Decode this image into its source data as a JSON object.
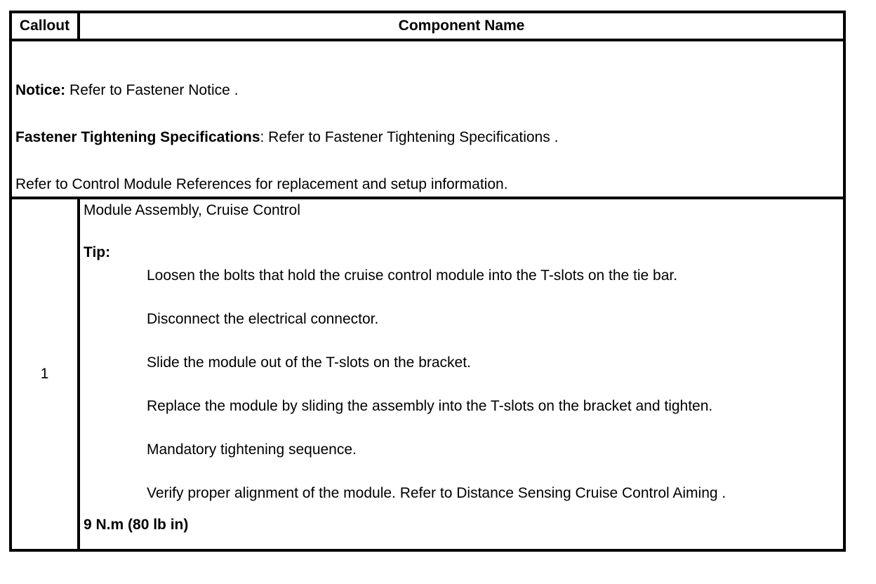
{
  "table": {
    "header": {
      "callout": "Callout",
      "component_name": "Component Name"
    },
    "notices": {
      "notice_label": "Notice:",
      "notice_text": " Refer to Fastener Notice .",
      "fastener_label": "Fastener Tightening Specifications",
      "fastener_text": ": Refer to Fastener Tightening Specifications .",
      "control_module_text": "Refer to Control Module References for replacement and setup information."
    },
    "row": {
      "callout": "1",
      "component_name": "Module Assembly, Cruise Control",
      "tip_label": "Tip:",
      "tip_steps": [
        "Loosen the bolts that hold the cruise control module into the T-slots on the tie bar.",
        "Disconnect the electrical connector.",
        "Slide the module out of the T-slots on the bracket.",
        "Replace the module by sliding the assembly into the T-slots on the bracket and tighten.",
        "Mandatory tightening sequence.",
        "Verify proper alignment of the module. Refer to Distance Sensing Cruise Control Aiming ."
      ],
      "torque_spec": "9 N.m (80 lb in)"
    }
  },
  "colors": {
    "text": "#000000",
    "background": "#ffffff",
    "border": "#000000"
  }
}
